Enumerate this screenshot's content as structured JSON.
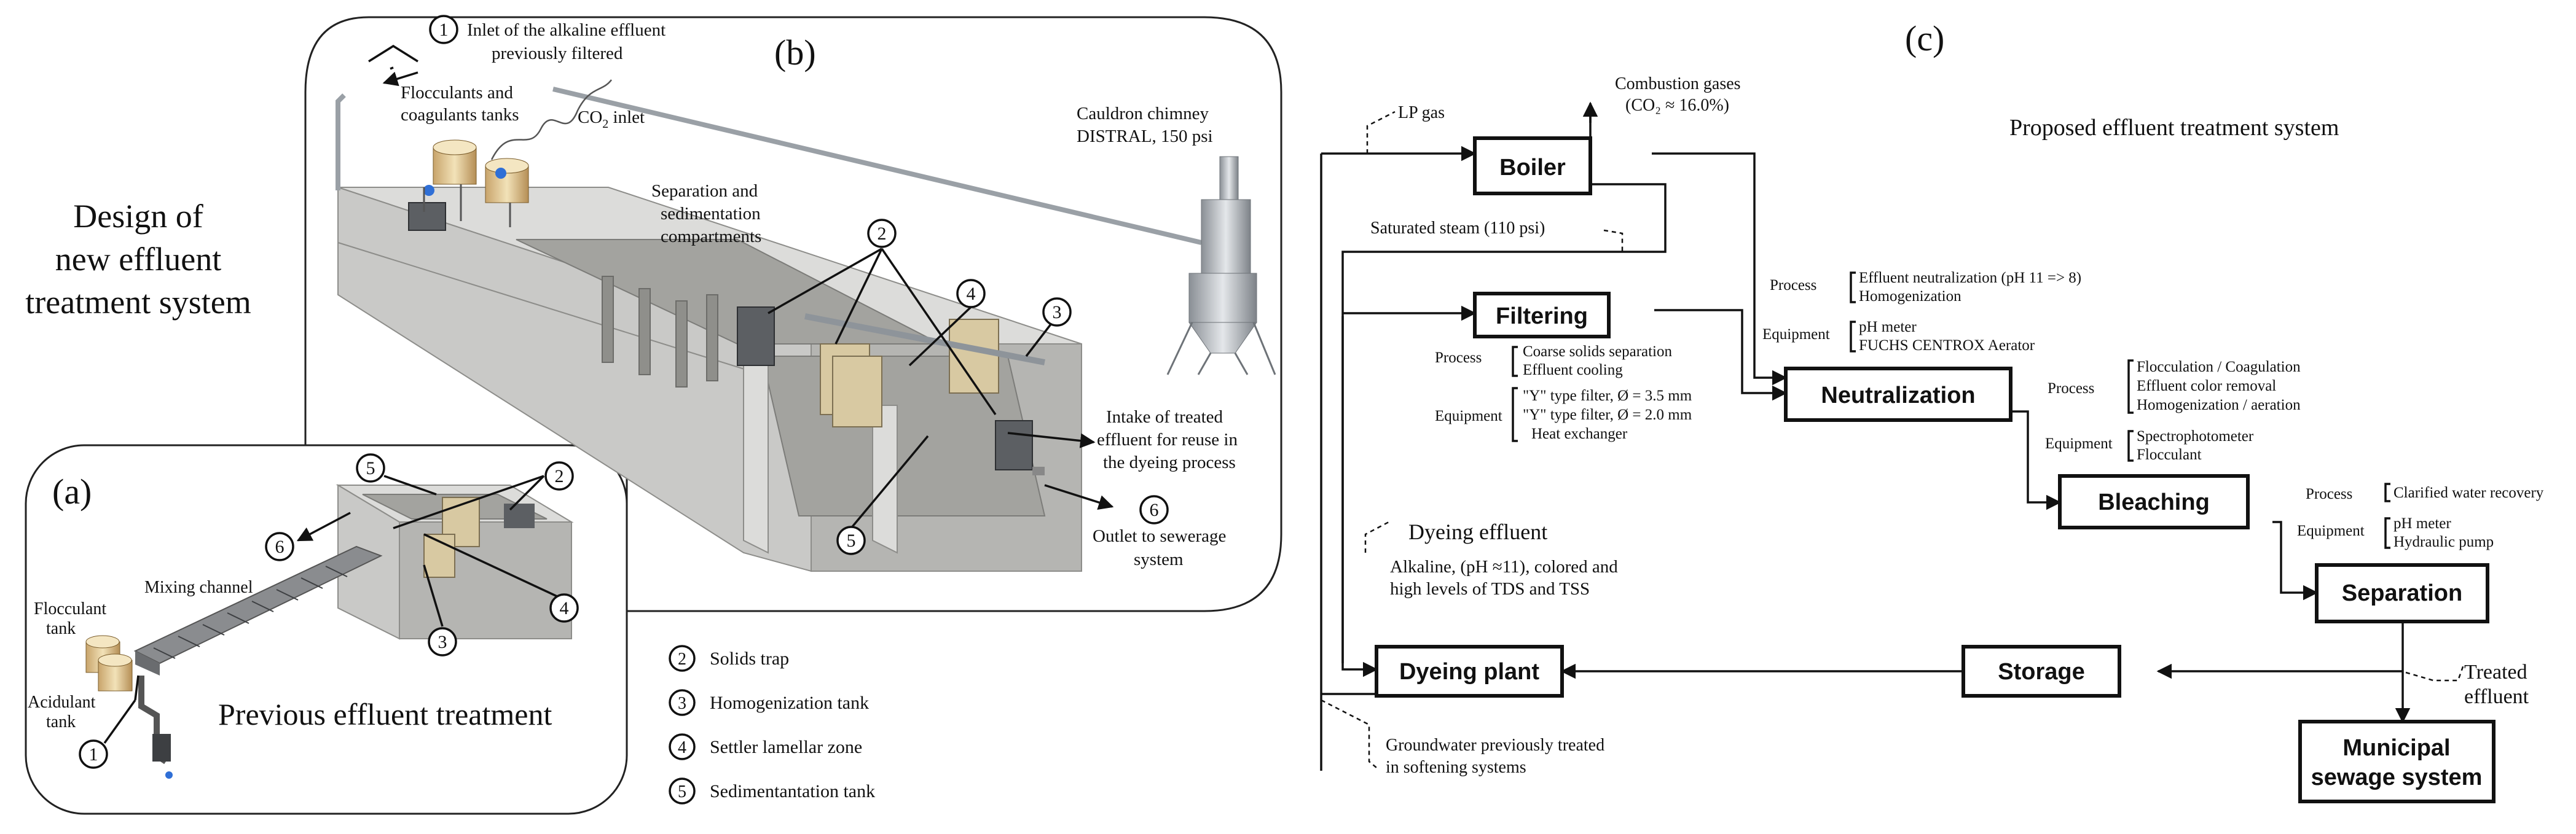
{
  "panel_a": {
    "label": "(a)",
    "title": "Previous effluent treatment",
    "mixing_channel": "Mixing channel",
    "flocculant_tank": [
      "Flocculant",
      "tank"
    ],
    "acidulant_tank": [
      "Acidulant",
      "tank"
    ]
  },
  "side_title": [
    "Design of",
    "new effluent",
    "treatment system"
  ],
  "panel_b": {
    "label": "(b)",
    "inlet": [
      "Inlet of the alkaline effluent",
      "previously filtered"
    ],
    "floc_tanks": [
      "Flocculants and",
      "coagulants tanks"
    ],
    "co2_main": "CO",
    "co2_sub": "2",
    "co2_rest": " inlet",
    "separation": [
      "Separation and",
      "sedimentation",
      "compartments"
    ],
    "chimney": [
      "Cauldron chimney",
      "DISTRAL, 150 psi"
    ],
    "intake": [
      "Intake of treated",
      "effluent for reuse in",
      "the dyeing process"
    ],
    "outlet": [
      "Outlet to sewerage",
      "system"
    ]
  },
  "markers": [
    "1",
    "2",
    "3",
    "4",
    "5",
    "6"
  ],
  "legend": [
    {
      "num": "2",
      "text": "Solids trap"
    },
    {
      "num": "3",
      "text": "Homogenization tank"
    },
    {
      "num": "4",
      "text": "Settler lamellar zone"
    },
    {
      "num": "5",
      "text": "Sedimentantation tank"
    }
  ],
  "panel_c": {
    "label": "(c)",
    "title": "Proposed effluent treatment system",
    "lp_gas": "LP gas",
    "combustion": "Combustion gases",
    "combustion_formula": "(CO₂ ≈ 16.0%)",
    "saturated_steam": "Saturated steam (110 psi)",
    "boxes": {
      "boiler": "Boiler",
      "filtering": "Filtering",
      "neutralization": "Neutralization",
      "bleaching": "Bleaching",
      "separation": "Separation",
      "storage": "Storage",
      "dyeing_plant": "Dyeing plant",
      "municipal": [
        "Municipal",
        "sewage system"
      ]
    },
    "process_label": "Process",
    "equipment_label": "Equipment",
    "filtering_process": [
      "Coarse solids separation",
      "Effluent cooling"
    ],
    "filtering_equipment": [
      "\"Y\" type filter, Ø = 3.5 mm",
      "\"Y\" type filter, Ø = 2.0 mm",
      "Heat exchanger"
    ],
    "neutralization_process": [
      "Effluent neutralization (pH 11 => 8)",
      "Homogenization"
    ],
    "neutralization_equipment": [
      "pH meter",
      "FUCHS CENTROX Aerator"
    ],
    "bleaching_process": [
      "Flocculation / Coagulation",
      "Effluent color removal",
      "Homogenization / aeration"
    ],
    "bleaching_equipment": [
      "Spectrophotometer",
      "Flocculant"
    ],
    "separation_process": [
      "Clarified water recovery"
    ],
    "separation_equipment": [
      "pH meter",
      "Hydraulic pump"
    ],
    "dyeing_effluent_title": "Dyeing effluent",
    "dyeing_effluent_desc": [
      "Alkaline, (pH ≈11), colored and",
      "high levels of TDS and TSS"
    ],
    "treated_effluent": [
      "Treated",
      "effluent"
    ],
    "groundwater": [
      "Groundwater previously treated",
      "in softening systems"
    ]
  }
}
